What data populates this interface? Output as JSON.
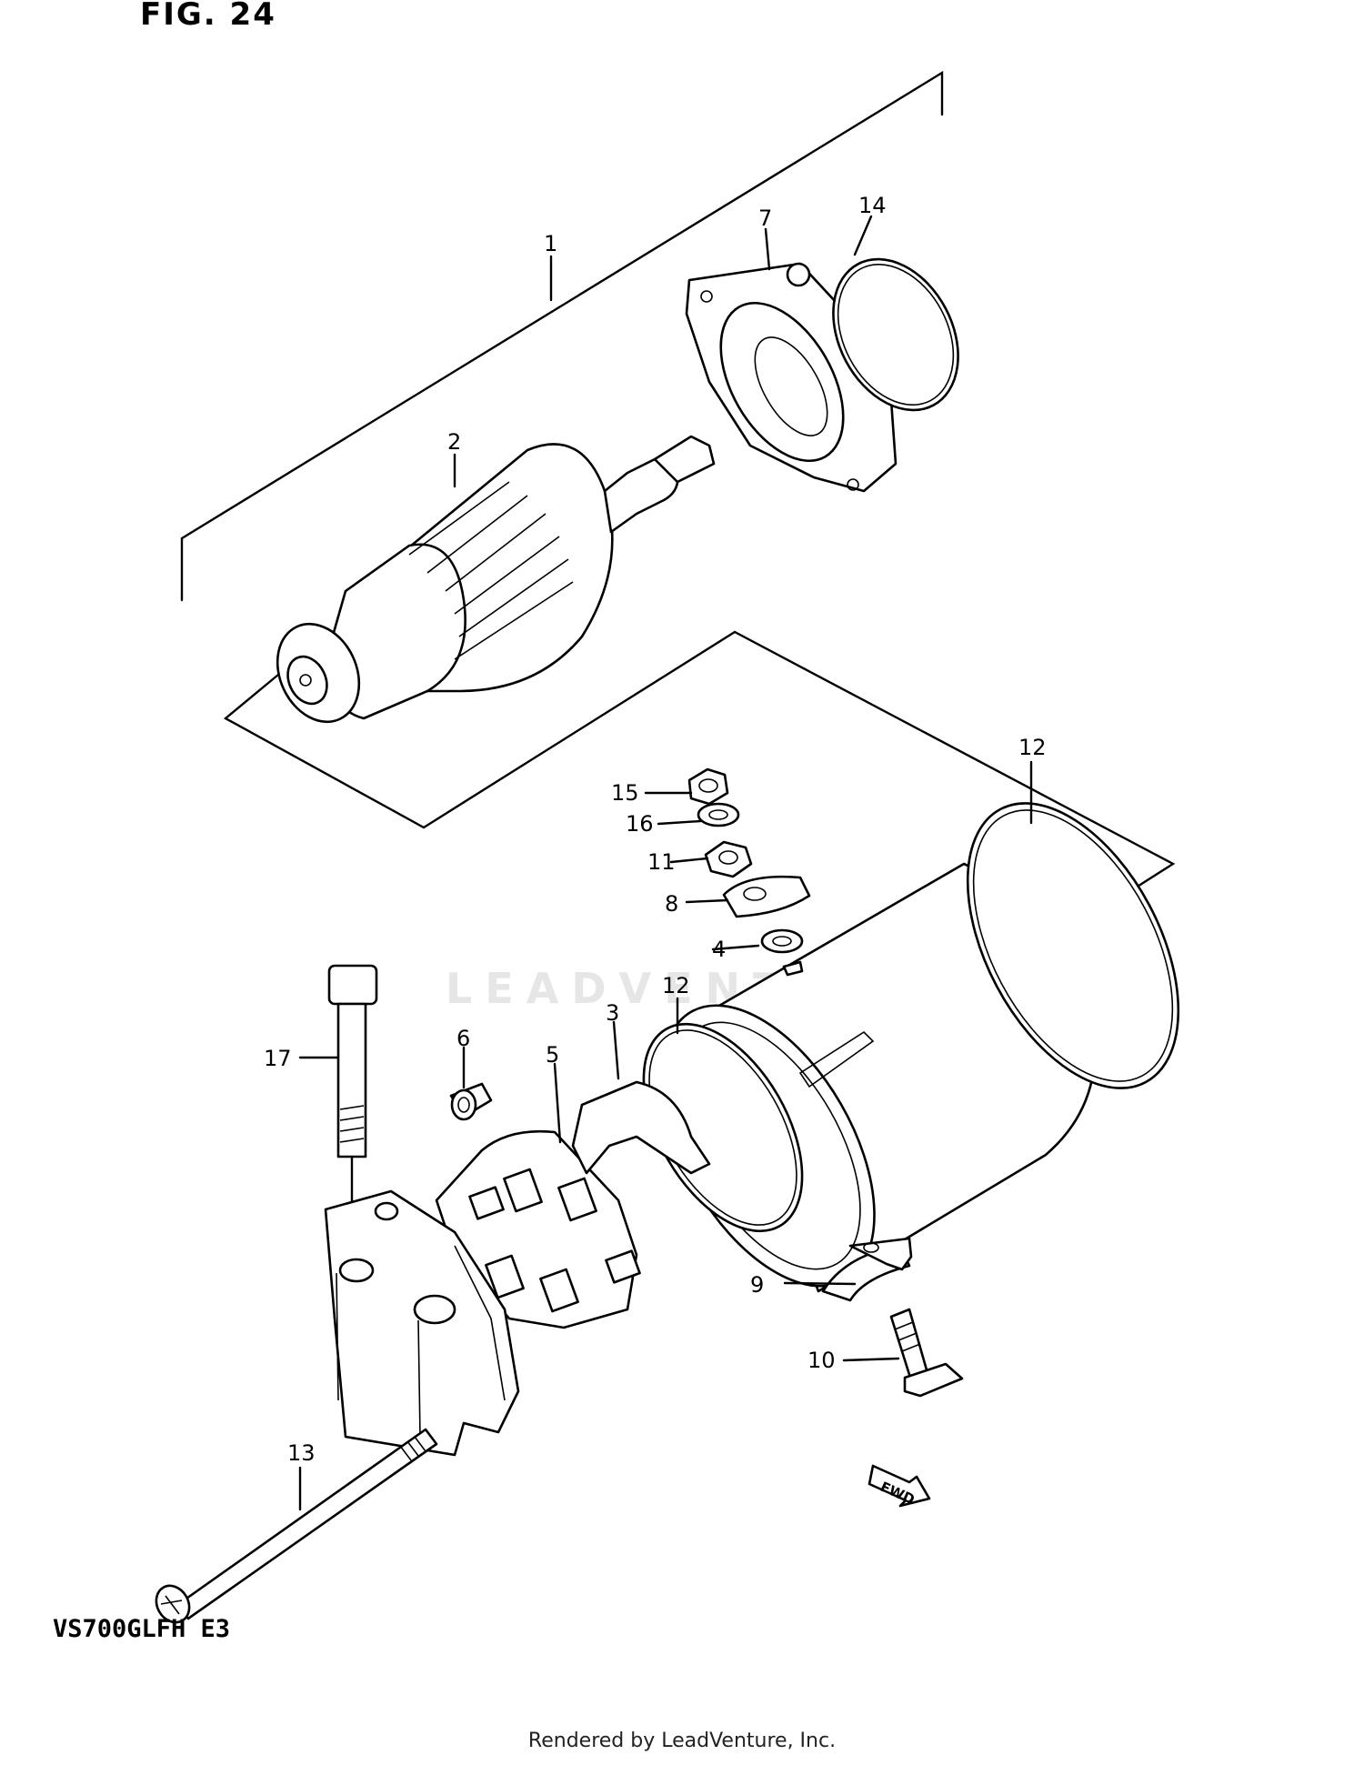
{
  "figure_title": "FIG. 24",
  "model_code": "VS700GLFH E3",
  "footer_text": "Rendered by LeadVenture, Inc.",
  "watermark_text": "LEADVENTURE",
  "fwd_label": "FWD",
  "callouts": [
    {
      "id": "c1",
      "text": "1"
    },
    {
      "id": "c2",
      "text": "2"
    },
    {
      "id": "c3",
      "text": "3"
    },
    {
      "id": "c4",
      "text": "4"
    },
    {
      "id": "c5",
      "text": "5"
    },
    {
      "id": "c6",
      "text": "6"
    },
    {
      "id": "c7",
      "text": "7"
    },
    {
      "id": "c8",
      "text": "8"
    },
    {
      "id": "c9",
      "text": "9"
    },
    {
      "id": "c10",
      "text": "10"
    },
    {
      "id": "c11",
      "text": "11"
    },
    {
      "id": "c12a",
      "text": "12"
    },
    {
      "id": "c12b",
      "text": "12"
    },
    {
      "id": "c13",
      "text": "13"
    },
    {
      "id": "c14",
      "text": "14"
    },
    {
      "id": "c15",
      "text": "15"
    },
    {
      "id": "c16",
      "text": "16"
    },
    {
      "id": "c17",
      "text": "17"
    }
  ]
}
